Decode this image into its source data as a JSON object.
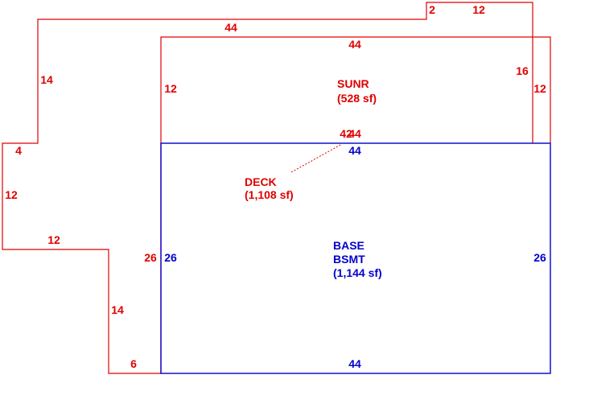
{
  "colors": {
    "deck": "#e00000",
    "sunroom": "#e00000",
    "basement": "#0000cc",
    "leader": "#e00000"
  },
  "areas": {
    "sunroom": {
      "name": "SUNR",
      "area": "(528 sf)",
      "dims": {
        "top": "44",
        "left": "12",
        "right": "12",
        "bottom": "44"
      }
    },
    "deck": {
      "name": "DECK",
      "area": "(1,108 sf)",
      "dims": {
        "top": "44",
        "top_jog": "2",
        "top_right": "12",
        "right": "16",
        "left_upper": "14",
        "step_upper": "4",
        "left_mid": "12",
        "step_lower": "12",
        "left_lower": "14",
        "bottom": "6",
        "inner_right": "26",
        "inner_top": "42"
      }
    },
    "basement": {
      "line1": "BASE",
      "line2": "BSMT",
      "area": "(1,144 sf)",
      "dims": {
        "top": "44",
        "bottom": "44",
        "left": "26",
        "right": "26"
      }
    }
  }
}
